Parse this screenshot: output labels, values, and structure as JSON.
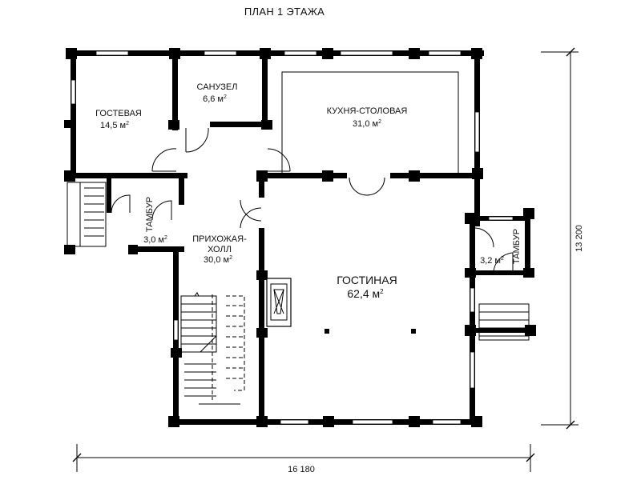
{
  "title": "ПЛАН 1 ЭТАЖА",
  "rooms": {
    "gostevaya": {
      "name": "ГОСТЕВАЯ",
      "area": "14,5 м",
      "sup": "2"
    },
    "sanuzel": {
      "name": "САНУЗЕЛ",
      "area": "6,6 м",
      "sup": "2"
    },
    "kukhnya": {
      "name": "КУХНЯ-СТОЛОВАЯ",
      "area": "31,0 м",
      "sup": "2"
    },
    "tambur_left": {
      "name": "ТАМБУР",
      "area": "3,0 м",
      "sup": "2"
    },
    "prikhozhaya": {
      "name_line1": "ПРИХОЖАЯ-",
      "name_line2": "ХОЛЛ",
      "area": "30,0 м",
      "sup": "2"
    },
    "gostinaya": {
      "name": "ГОСТИНАЯ",
      "area": "62,4 м",
      "sup": "2"
    },
    "tambur_right": {
      "name": "ТАМБУР",
      "area": "3,2 м",
      "sup": "2"
    }
  },
  "dimensions": {
    "width": "16 180",
    "height": "13 200"
  }
}
